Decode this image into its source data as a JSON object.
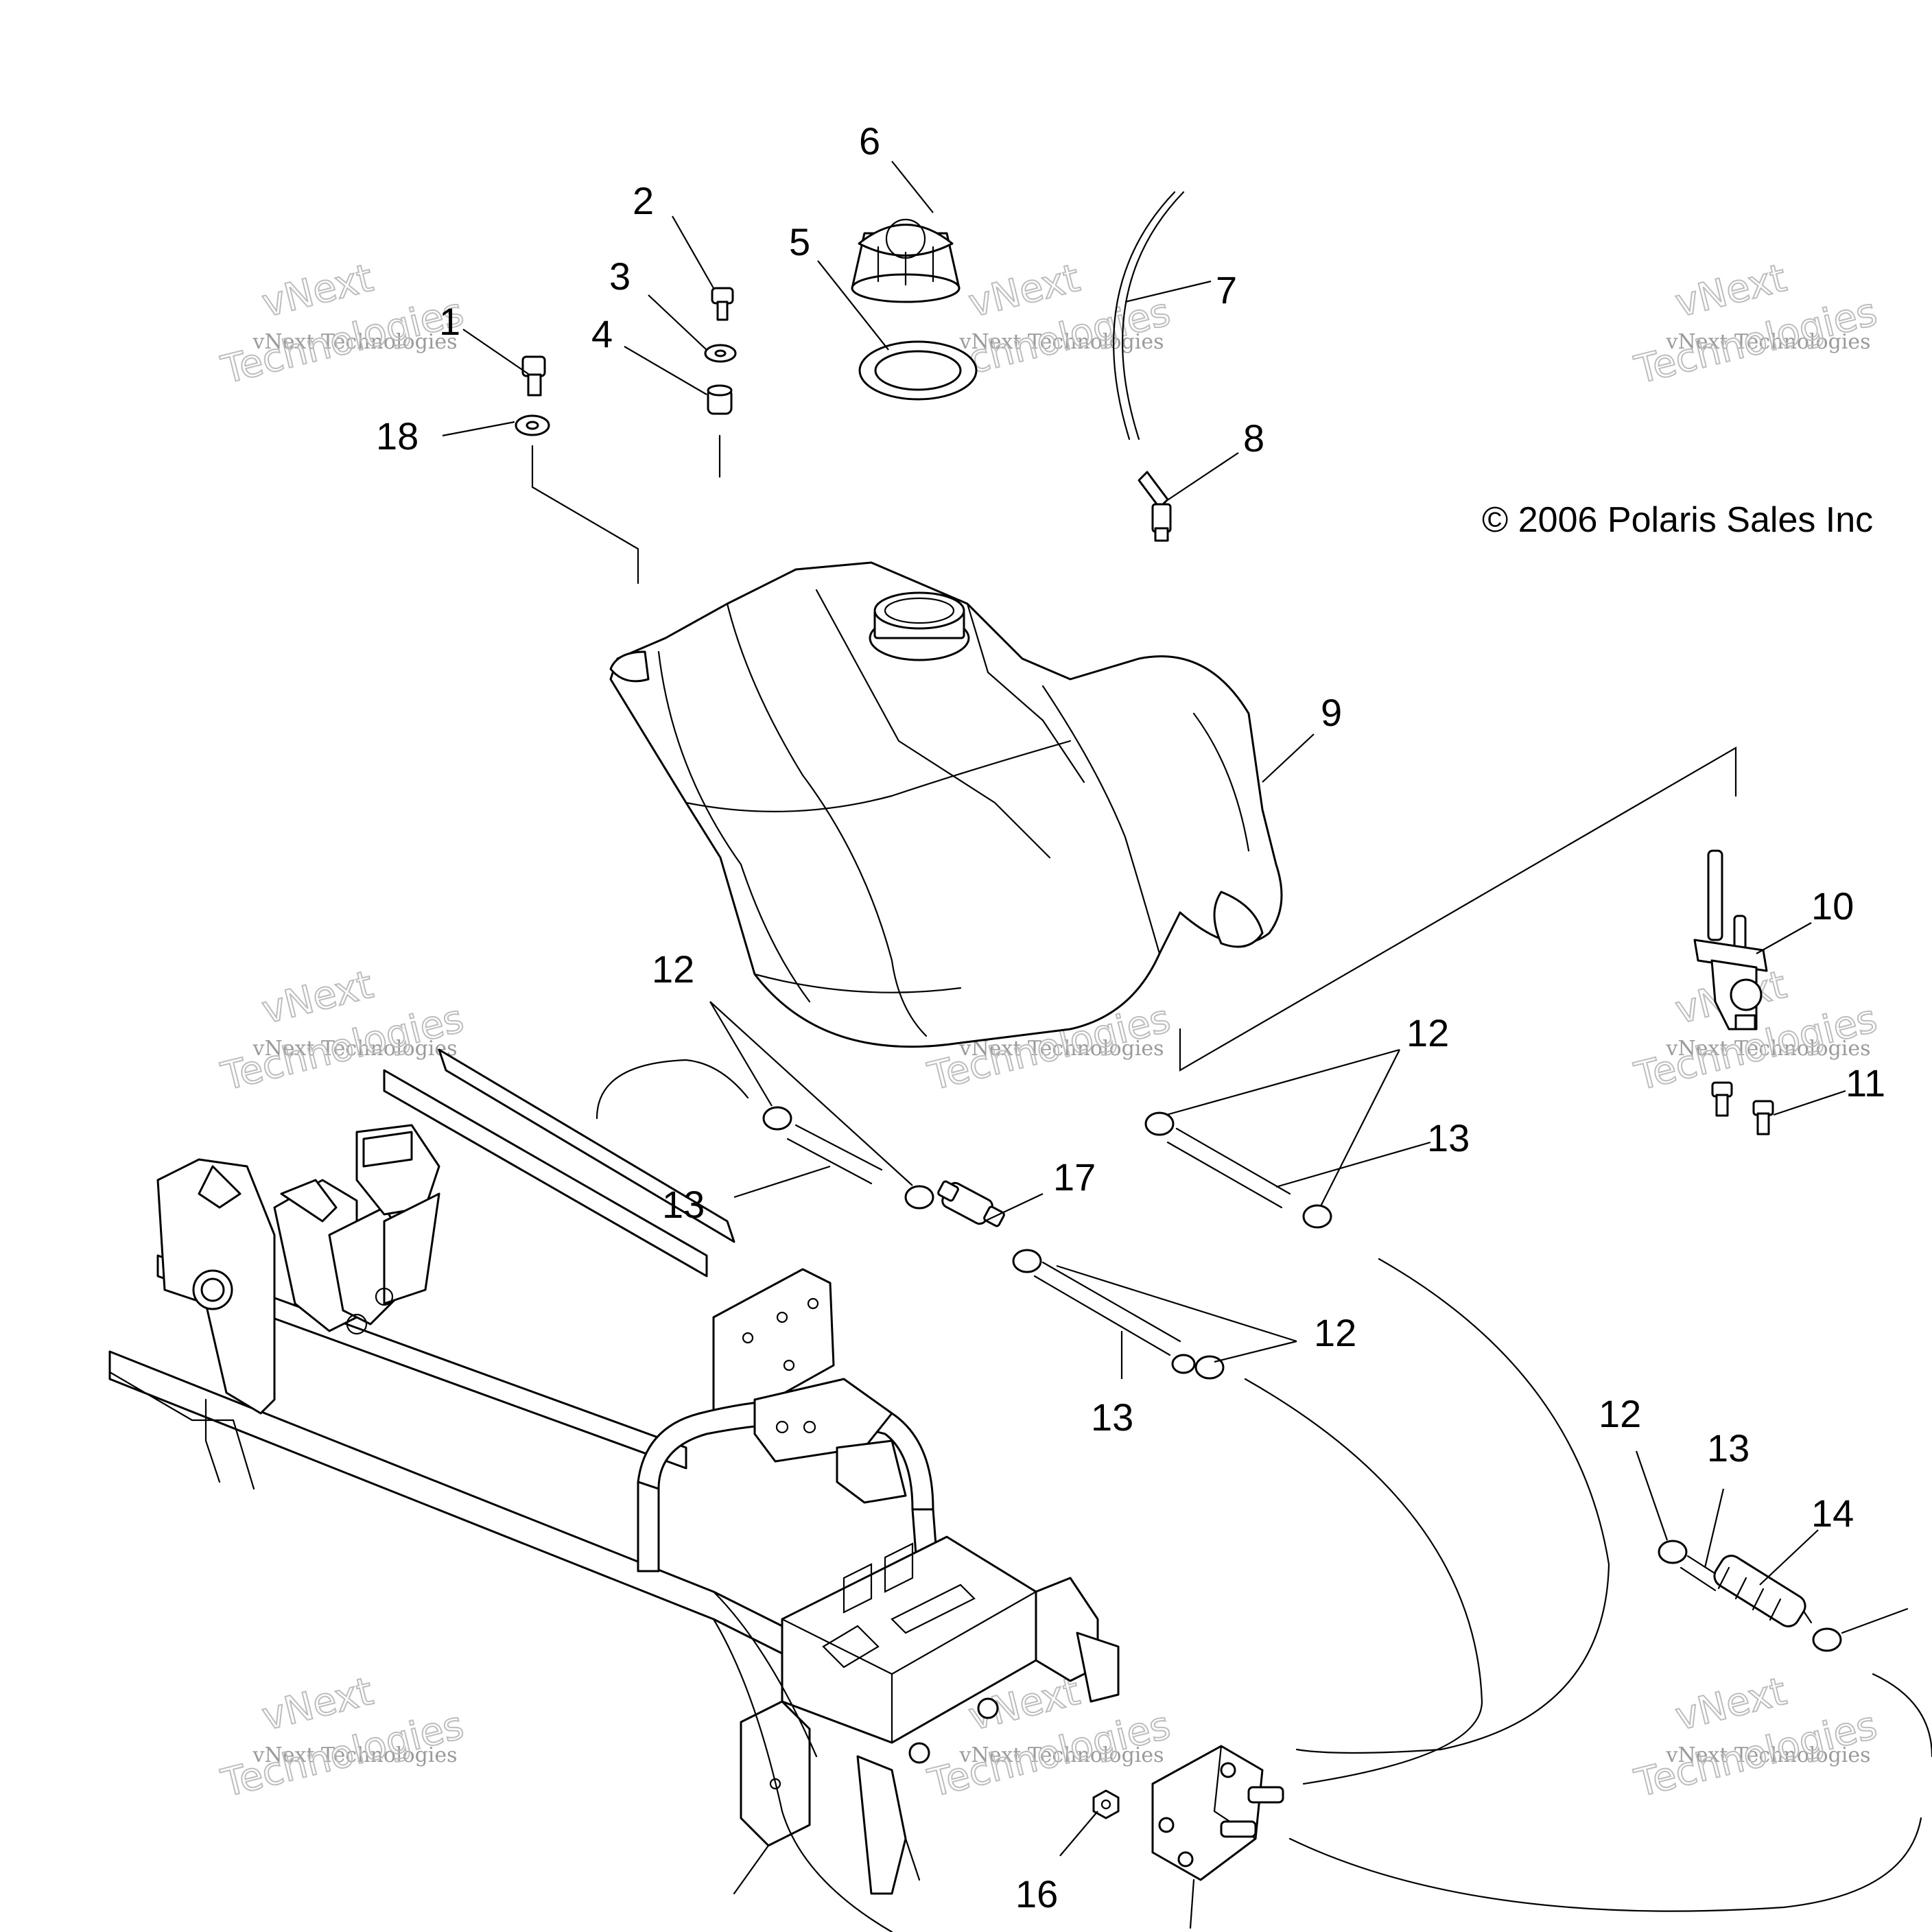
{
  "copyright": "© 2006 Polaris Sales Inc",
  "watermark": {
    "line_1": "vNext",
    "line_2": "vNext Technologies",
    "line_3": "Technologies"
  },
  "callouts": [
    {
      "id": "c1",
      "label": "1"
    },
    {
      "id": "c2",
      "label": "2"
    },
    {
      "id": "c3",
      "label": "3"
    },
    {
      "id": "c4",
      "label": "4"
    },
    {
      "id": "c5",
      "label": "5"
    },
    {
      "id": "c6",
      "label": "6"
    },
    {
      "id": "c7",
      "label": "7"
    },
    {
      "id": "c8",
      "label": "8"
    },
    {
      "id": "c9",
      "label": "9"
    },
    {
      "id": "c10",
      "label": "10"
    },
    {
      "id": "c11",
      "label": "11"
    },
    {
      "id": "c12a",
      "label": "12"
    },
    {
      "id": "c12b",
      "label": "12"
    },
    {
      "id": "c12c",
      "label": "12"
    },
    {
      "id": "c12d",
      "label": "12"
    },
    {
      "id": "c13a",
      "label": "13"
    },
    {
      "id": "c13b",
      "label": "13"
    },
    {
      "id": "c13c",
      "label": "13"
    },
    {
      "id": "c13d",
      "label": "13"
    },
    {
      "id": "c14",
      "label": "14"
    },
    {
      "id": "c16",
      "label": "16"
    },
    {
      "id": "c17",
      "label": "17"
    },
    {
      "id": "c18",
      "label": "18"
    }
  ]
}
